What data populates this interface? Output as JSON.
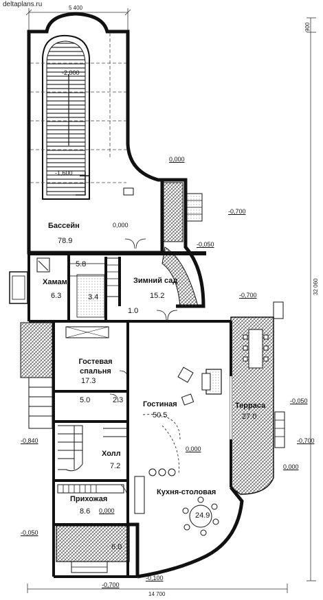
{
  "watermark": "deltaplans.ru",
  "dimensions": {
    "top_width": "5 400",
    "top_offset": "900",
    "right_total": "32 060",
    "bottom_width": "14 700"
  },
  "rooms": [
    {
      "id": "pool",
      "name": "Бассейн",
      "area": "78.9"
    },
    {
      "id": "hamam",
      "name": "Хамам",
      "area": "6.3"
    },
    {
      "id": "shower",
      "area": "5.8"
    },
    {
      "id": "wc1",
      "area": "3.4"
    },
    {
      "id": "winter",
      "name": "Зимний сад",
      "area": "15.2"
    },
    {
      "id": "vest",
      "area": "1.0"
    },
    {
      "id": "guest",
      "name": "Гостевая спальня",
      "area": "17.3"
    },
    {
      "id": "bath",
      "area": "5.0"
    },
    {
      "id": "closet",
      "area": "2.3"
    },
    {
      "id": "living",
      "name": "Гостиная",
      "area": "50.5"
    },
    {
      "id": "terrace",
      "name": "Терраса",
      "area": "27.0"
    },
    {
      "id": "hall",
      "name": "Холл",
      "area": "7.2"
    },
    {
      "id": "entry",
      "name": "Прихожая",
      "area": "8.6"
    },
    {
      "id": "kitchen",
      "name": "Кухня-столовая",
      "area": "24.9"
    },
    {
      "id": "porch",
      "area": "6.0"
    }
  ],
  "levels": {
    "pool_deep": "-2,000",
    "pool_shallow": "-1,600",
    "garden_top": "0,000",
    "pool_floor": "0,000",
    "outside_right": "-0,700",
    "garden_step": "-0,050",
    "terrace_top": "-0,700",
    "terrace_right": "-0,050",
    "terrace_right2": "-0,700",
    "terrace_bottom": "0,000",
    "living_floor": "0,000",
    "left_ext": "-0,840",
    "entry_floor": "0,000",
    "left_bottom": "-0,050",
    "porch_bottom": "-0,100",
    "bottom_left": "-0,700"
  }
}
